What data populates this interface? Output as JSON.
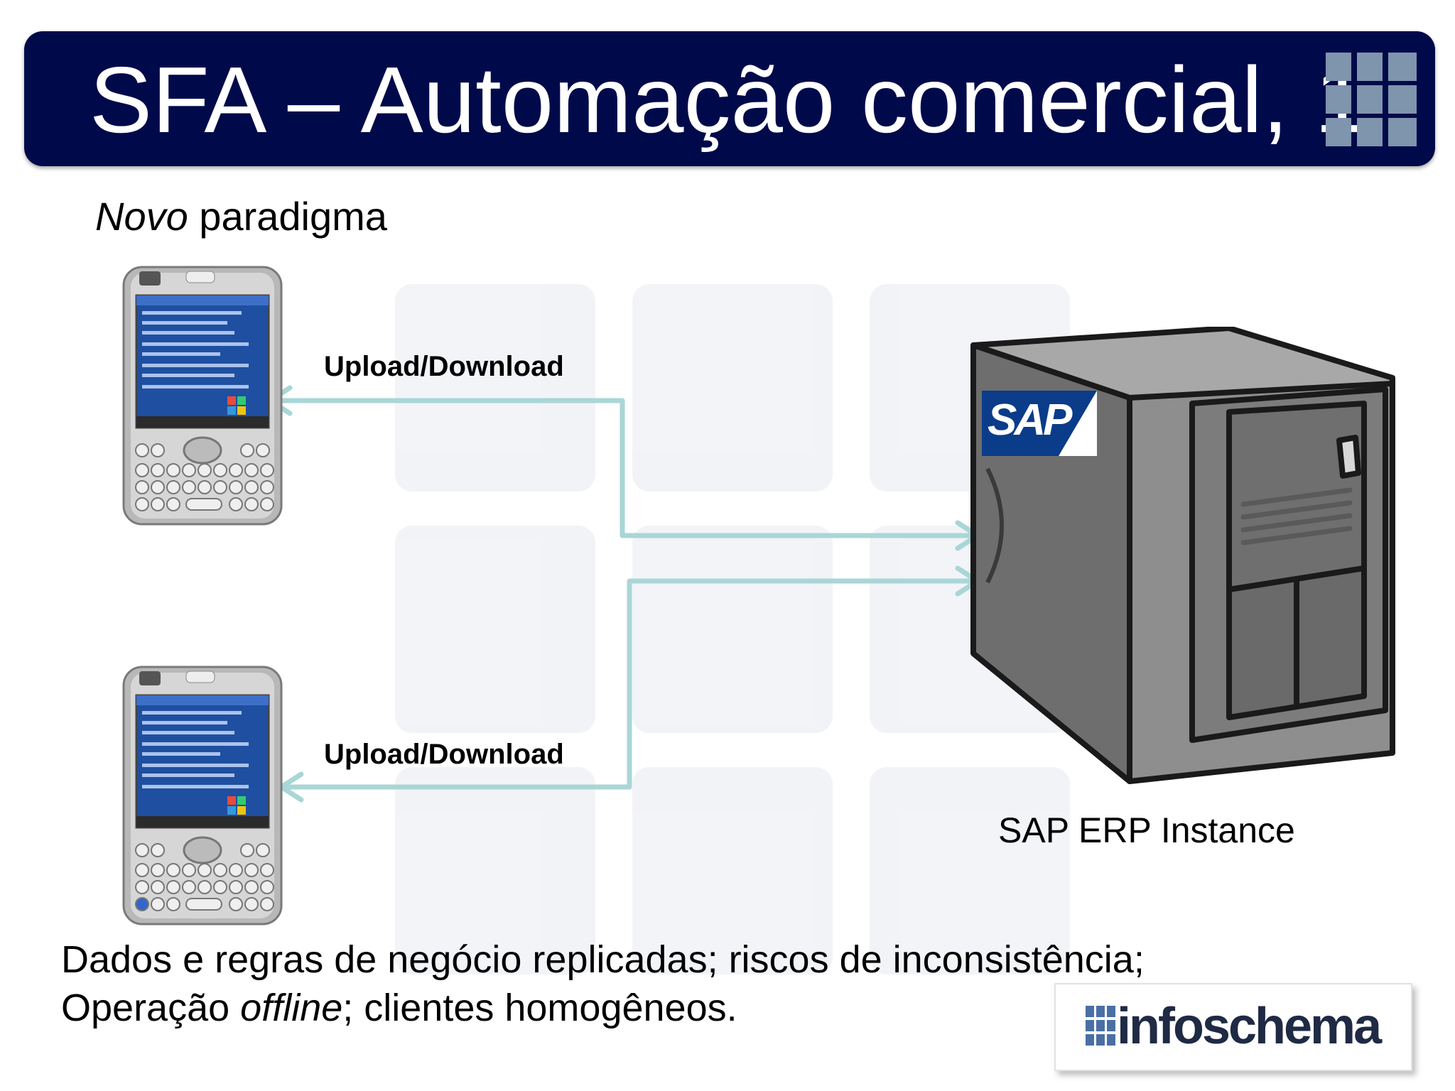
{
  "slide": {
    "title": "SFA – Automação comercial, 1",
    "subtitle_italic": "Novo",
    "subtitle_rest": " paradigma"
  },
  "diagram": {
    "link_label_top": "Upload/Download",
    "link_label_bottom": "Upload/Download",
    "server_caption": "SAP ERP Instance",
    "server_badge": "SAP",
    "arrow_color": "#a9d6d6"
  },
  "footer": {
    "line1": "Dados e regras de negócio replicadas; riscos de inconsistência;",
    "line2_a": "Operação ",
    "line2_italic": "offline",
    "line2_b": "; clientes homogêneos."
  },
  "logo": {
    "text": "infoschema"
  },
  "colors": {
    "title_bar": "#000a4a",
    "title_text": "#ffffff",
    "sap_blue": "#0a3c8a",
    "server_gray": "#7a7a7a"
  }
}
